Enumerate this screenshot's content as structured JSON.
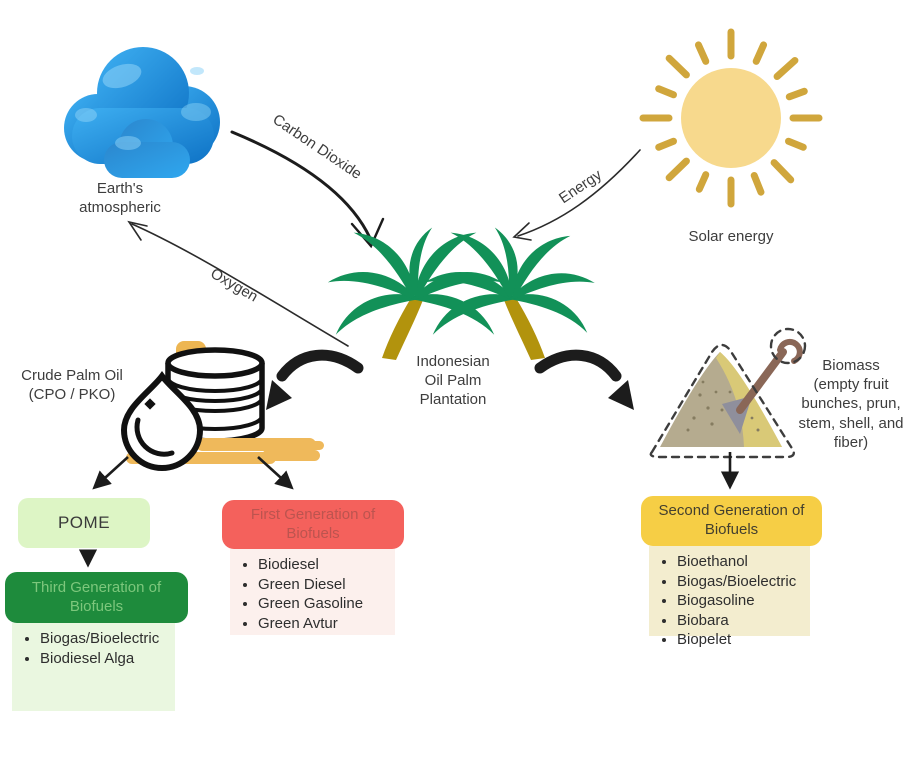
{
  "nodes": {
    "atmosphere": {
      "label": "Earth's\natmospheric"
    },
    "solar": {
      "label": "Solar energy"
    },
    "plantation": {
      "label": "Indonesian\nOil Palm\nPlantation"
    },
    "cpo": {
      "label": "Crude Palm Oil\n(CPO / PKO)"
    },
    "biomass": {
      "label": "Biomass\n(empty fruit\nbunches, prun,\nstem, shell, and\nfiber)"
    }
  },
  "flows": {
    "carbon_dioxide": "Carbon Dioxide",
    "energy": "Energy",
    "oxygen": "Oxygen"
  },
  "boxes": {
    "pome": {
      "label": "POME"
    },
    "first_gen": {
      "title": "First Generation of\nBiofuels",
      "items": [
        "Biodiesel",
        "Green Diesel",
        "Green Gasoline",
        "Green Avtur"
      ]
    },
    "second_gen": {
      "title": "Second Generation of\nBiofuels",
      "items": [
        "Bioethanol",
        "Biogas/Bioelectric",
        "Biogasoline",
        "Biobara",
        "Biopelet"
      ]
    },
    "third_gen": {
      "title": "Third Generation of\nBiofuels",
      "items": [
        "Biogas/Bioelectric",
        "Biodiesel Alga"
      ]
    }
  },
  "colors": {
    "cloud_blue": "#1E8FDC",
    "sun_core": "#F7D98D",
    "sun_rays": "#D0A63C",
    "palm_frond_green": "#129158",
    "palm_trunk_gold": "#B2930D",
    "oil_amber": "#EFB95B",
    "pome_bg": "#DDF5C5",
    "third_gen_bg": "#1E8B3C",
    "first_gen_bg": "#F4615C",
    "second_gen_bg": "#F6CE45",
    "arrow_black": "#1c1c1c"
  }
}
